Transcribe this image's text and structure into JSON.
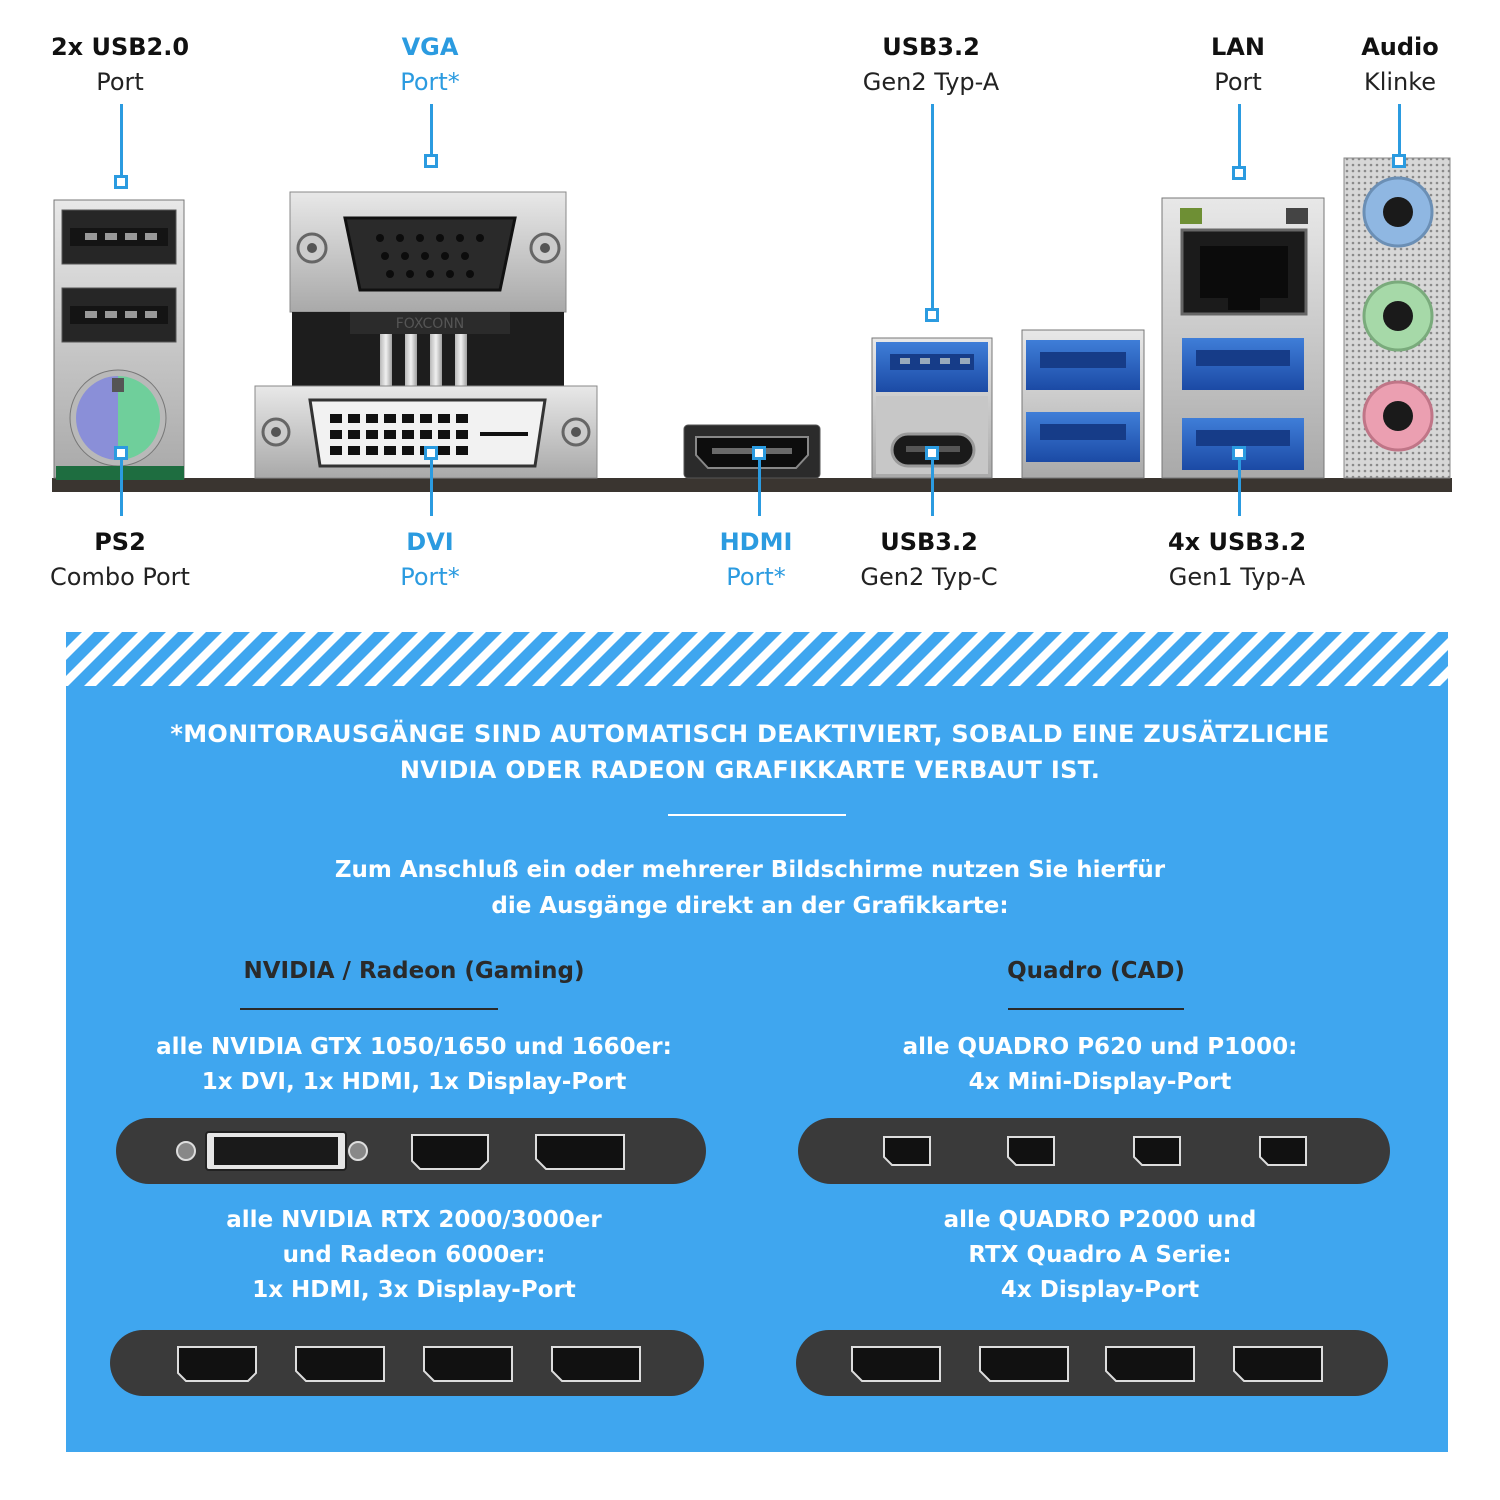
{
  "io_panel": {
    "labels": {
      "usb2": {
        "line1": "2x USB2.0",
        "line2": "Port"
      },
      "vga": {
        "line1": "VGA",
        "line2": "Port*"
      },
      "usb32_a": {
        "line1": "USB3.2",
        "line2": "Gen2 Typ-A"
      },
      "lan": {
        "line1": "LAN",
        "line2": "Port"
      },
      "audio": {
        "line1": "Audio",
        "line2": "Klinke"
      },
      "ps2": {
        "line1": "PS2",
        "line2": "Combo Port"
      },
      "dvi": {
        "line1": "DVI",
        "line2": "Port*"
      },
      "hdmi": {
        "line1": "HDMI",
        "line2": "Port*"
      },
      "usb32_c": {
        "line1": "USB3.2",
        "line2": "Gen2 Typ-C"
      },
      "usb32_gen1": {
        "line1": "4x USB3.2",
        "line2": "Gen1 Typ-A"
      }
    },
    "vga_maker_text": "FOXCONN",
    "accent_color": "#2b9be0"
  },
  "banner": {
    "background_color": "#3fa6ef",
    "warning": {
      "line1": "*MONITORAUSGÄNGE SIND AUTOMATISCH DEAKTIVIERT, SOBALD EINE ZUSÄTZLICHE",
      "line2": "NVIDIA ODER RADEON GRAFIKKARTE VERBAUT IST."
    },
    "intro": {
      "line1": "Zum Anschluß ein oder mehrerer Bildschirme nutzen Sie hierfür",
      "line2": "die Ausgänge direkt an der Grafikkarte:"
    },
    "columns": [
      {
        "title": "NVIDIA / Radeon (Gaming)",
        "groups": [
          {
            "line1": "alle NVIDIA GTX 1050/1650 und 1660er:",
            "line2": "1x DVI, 1x HDMI, 1x Display-Port",
            "ports": [
              "dvi",
              "hdmi",
              "displayport"
            ]
          },
          {
            "line1": "alle NVIDIA RTX 2000/3000er",
            "line2": "und Radeon 6000er:",
            "line3": "1x HDMI, 3x Display-Port",
            "ports": [
              "hdmi",
              "displayport",
              "displayport",
              "displayport"
            ]
          }
        ]
      },
      {
        "title": "Quadro (CAD)",
        "groups": [
          {
            "line1": "alle QUADRO P620 und P1000:",
            "line2": "4x Mini-Display-Port",
            "ports": [
              "mini-displayport",
              "mini-displayport",
              "mini-displayport",
              "mini-displayport"
            ]
          },
          {
            "line1": "alle QUADRO P2000 und",
            "line2": "RTX Quadro A Serie:",
            "line3": "4x Display-Port",
            "ports": [
              "displayport",
              "displayport",
              "displayport",
              "displayport"
            ]
          }
        ]
      }
    ]
  }
}
